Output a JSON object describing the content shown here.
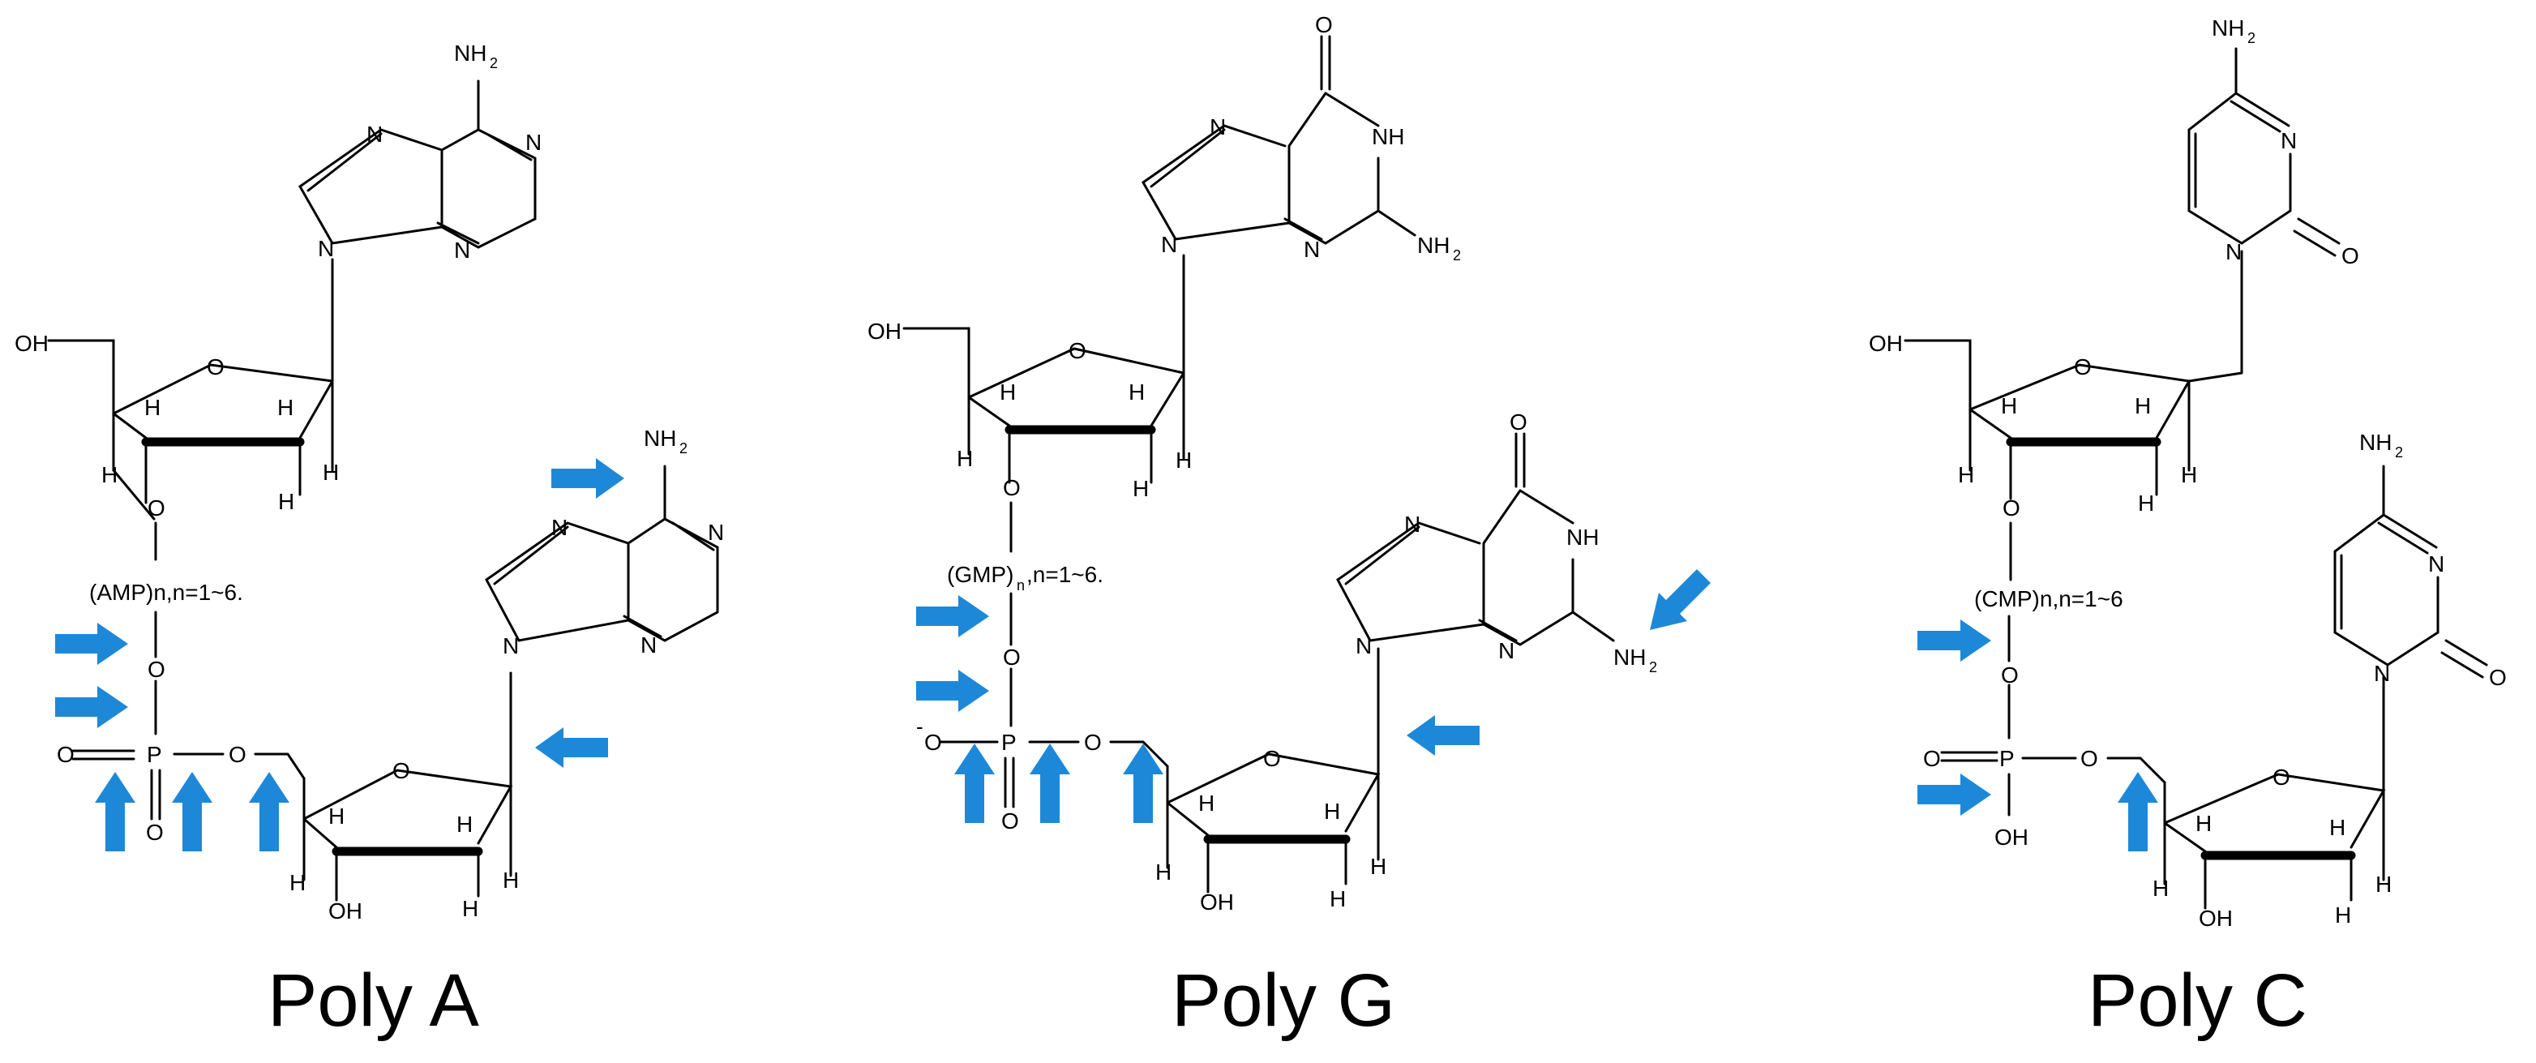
{
  "panels": [
    {
      "title": "Poly A",
      "nucleotide_label": "(AMP)n,n=1~6.",
      "phosphate_charge": ""
    },
    {
      "title": "Poly G",
      "nucleotide_label_prefix": "(GMP)",
      "nucleotide_label_sub": "n",
      "nucleotide_label_suffix": ",n=1~6.",
      "phosphate_charge": "-"
    },
    {
      "title": "Poly C",
      "nucleotide_label": "(CMP)n,n=1~6",
      "phosphate_charge": ""
    }
  ],
  "atoms": {
    "oh": "OH",
    "o": "O",
    "h": "H",
    "n": "N",
    "nh": "NH",
    "nh2_main": "NH",
    "nh2_sub": "2",
    "p": "P"
  },
  "arrow_color": "#1e88d8"
}
